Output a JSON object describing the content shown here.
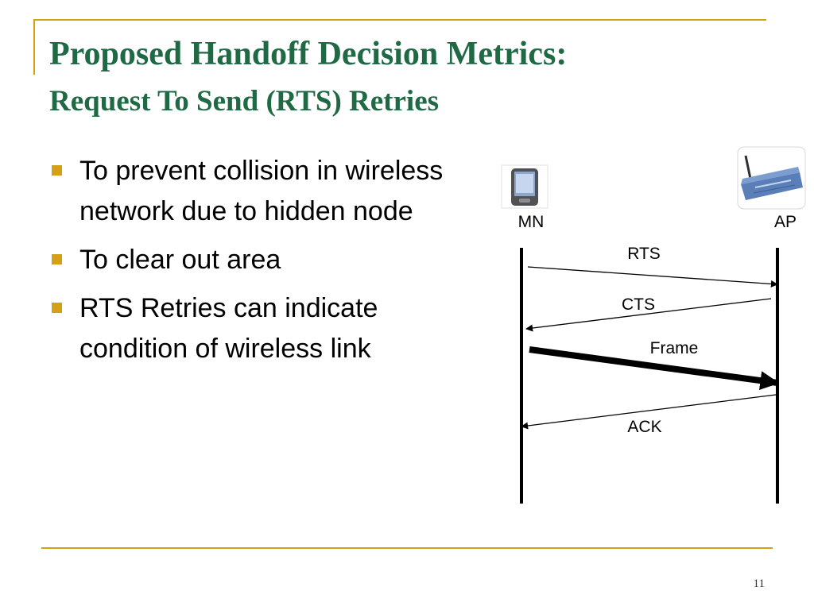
{
  "slide": {
    "title": "Proposed Handoff Decision Metrics:",
    "subtitle": "Request To Send (RTS) Retries",
    "page_number": "11",
    "colors": {
      "title": "#1f6a44",
      "accent": "#d4a017"
    }
  },
  "bullets": [
    {
      "text": "To prevent collision in wireless network due to hidden node"
    },
    {
      "text": "To clear out area"
    },
    {
      "text": "RTS Retries can indicate condition of wireless link"
    }
  ],
  "diagram": {
    "nodes": {
      "mn": {
        "label": "MN",
        "icon": "pda-icon"
      },
      "ap": {
        "label": "AP",
        "icon": "wireless-router-icon"
      }
    },
    "messages": [
      {
        "label": "RTS",
        "direction": "mn-to-ap",
        "emphasis": "thin"
      },
      {
        "label": "CTS",
        "direction": "ap-to-mn",
        "emphasis": "thin"
      },
      {
        "label": "Frame",
        "direction": "mn-to-ap",
        "emphasis": "thick"
      },
      {
        "label": "ACK",
        "direction": "ap-to-mn",
        "emphasis": "thin"
      }
    ]
  }
}
